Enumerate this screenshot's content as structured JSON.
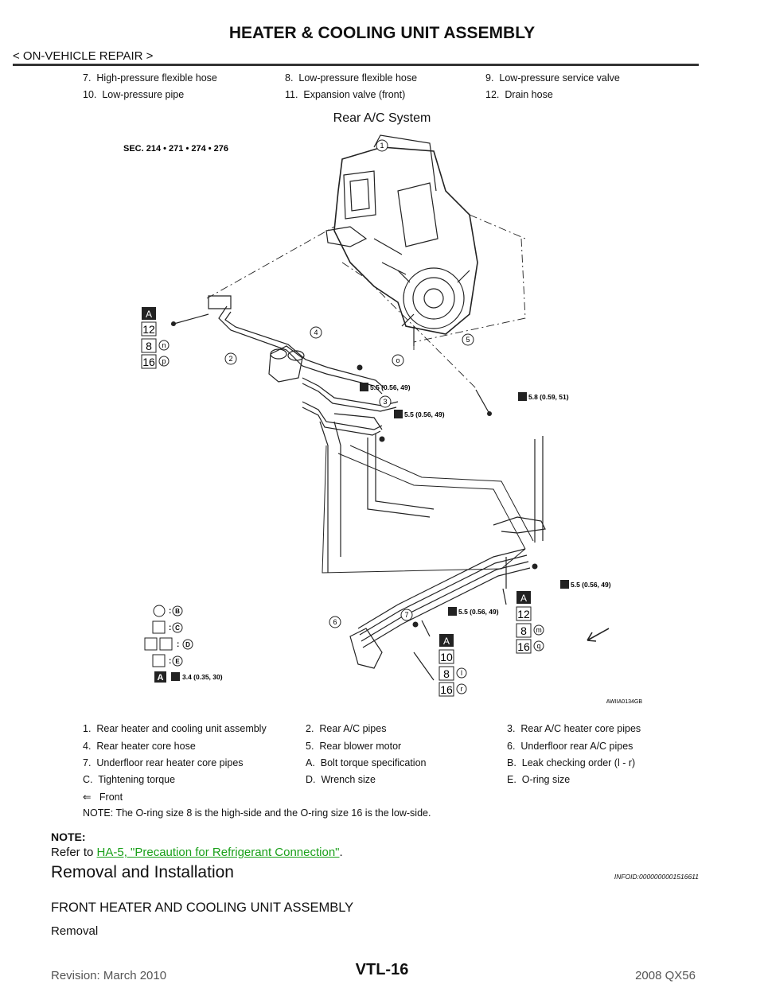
{
  "header": {
    "title": "HEATER & COOLING UNIT ASSEMBLY",
    "subtitle": "< ON-VEHICLE REPAIR >"
  },
  "top_legend": [
    [
      "7.",
      "High-pressure flexible hose"
    ],
    [
      "8.",
      "Low-pressure flexible hose"
    ],
    [
      "9.",
      "Low-pressure service valve"
    ],
    [
      "10.",
      "Low-pressure pipe"
    ],
    [
      "11.",
      "Expansion valve (front)"
    ],
    [
      "12.",
      "Drain hose"
    ]
  ],
  "diagram": {
    "caption": "Rear A/C System",
    "section": "SEC. 214 • 271 • 274 • 276",
    "image_id": "AWIIA0134GB",
    "torque_labels": [
      "5.5 (0.56, 49)",
      "5.5 (0.56, 49)",
      "5.8 (0.59, 51)",
      "5.5 (0.56, 49)",
      "5.5 (0.56, 49)",
      "3.4 (0.35, 30)"
    ],
    "callouts": [
      "1",
      "2",
      "3",
      "4",
      "5",
      "6",
      "7",
      "o"
    ],
    "boxes_left": [
      "A",
      "12",
      "8",
      "16"
    ],
    "box_letters_left": [
      "n",
      "p"
    ],
    "boxes_right": [
      "A",
      "12",
      "8",
      "16"
    ],
    "box_letters_right": [
      "m",
      "q"
    ],
    "boxes_bottom": [
      "A",
      "10",
      "8",
      "16"
    ],
    "box_letters_bottom": [
      "l",
      "r"
    ],
    "key_letters": [
      "B",
      "C",
      "D",
      "E"
    ],
    "key_a": "A",
    "key_torque": "3.4 (0.35, 30)"
  },
  "legend": [
    [
      "1.",
      "Rear heater and cooling unit assembly"
    ],
    [
      "2.",
      "Rear A/C pipes"
    ],
    [
      "3.",
      "Rear A/C heater core pipes"
    ],
    [
      "4.",
      "Rear heater core hose"
    ],
    [
      "5.",
      "Rear blower motor"
    ],
    [
      "6.",
      "Underfloor rear A/C pipes"
    ],
    [
      "7.",
      "Underfloor rear heater core pipes"
    ],
    [
      "A.",
      "Bolt torque specification"
    ],
    [
      "B.",
      "Leak checking order (l - r)"
    ],
    [
      "C.",
      "Tightening torque"
    ],
    [
      "D.",
      "Wrench size"
    ],
    [
      "E.",
      "O-ring size"
    ],
    [
      "⇐",
      "Front"
    ]
  ],
  "legend_note": "NOTE: The O-ring size 8 is the high-side and the O-ring size 16 is the low-side.",
  "note": {
    "label": "NOTE:",
    "prefix": "Refer to ",
    "link": "HA-5, \"Precaution for Refrigerant Connection\"",
    "suffix": "."
  },
  "section": {
    "title": "Removal and Installation",
    "infoid": "INFOID:0000000001516611",
    "subtitle": "FRONT HEATER AND COOLING UNIT ASSEMBLY",
    "removal": "Removal"
  },
  "footer": {
    "revision": "Revision: March 2010",
    "page": "VTL-16",
    "model": "2008 QX56"
  }
}
